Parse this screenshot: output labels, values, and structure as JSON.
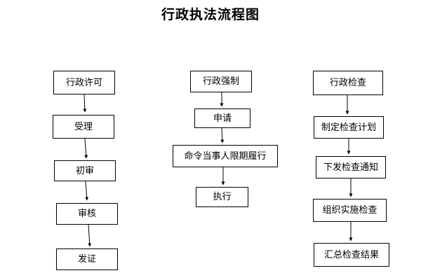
{
  "title": "行政执法流程图",
  "columns": [
    {
      "steps": [
        "行政许可",
        "受理",
        "初审",
        "审核",
        "发证"
      ]
    },
    {
      "steps": [
        "行政强制",
        "申请",
        "命令当事人限期履行",
        "执行"
      ]
    },
    {
      "steps": [
        "行政检查",
        "制定检查计划",
        "下发检查通知",
        "组织实施检查",
        "汇总检查结果"
      ]
    }
  ],
  "colors": {
    "line": "#000000",
    "background": "#ffffff"
  }
}
